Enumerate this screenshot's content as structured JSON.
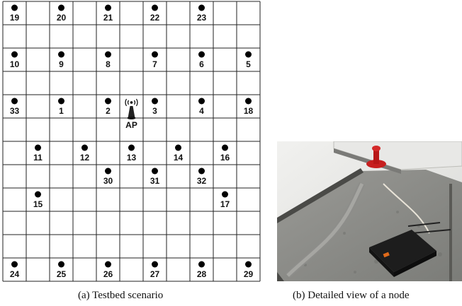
{
  "figure": {
    "caption_a": "(a) Testbed scenario",
    "caption_b": "(b) Detailed view of a node"
  },
  "grid": {
    "cols": 11,
    "rows": 12,
    "access_point": {
      "label": "AP",
      "col": 5,
      "row": 4
    },
    "nodes": [
      {
        "id": "19",
        "col": 0,
        "row": 0
      },
      {
        "id": "20",
        "col": 2,
        "row": 0
      },
      {
        "id": "21",
        "col": 4,
        "row": 0
      },
      {
        "id": "22",
        "col": 6,
        "row": 0
      },
      {
        "id": "23",
        "col": 8,
        "row": 0
      },
      {
        "id": "10",
        "col": 0,
        "row": 2
      },
      {
        "id": "9",
        "col": 2,
        "row": 2
      },
      {
        "id": "8",
        "col": 4,
        "row": 2
      },
      {
        "id": "7",
        "col": 6,
        "row": 2
      },
      {
        "id": "6",
        "col": 8,
        "row": 2
      },
      {
        "id": "5",
        "col": 10,
        "row": 2
      },
      {
        "id": "33",
        "col": 0,
        "row": 4
      },
      {
        "id": "1",
        "col": 2,
        "row": 4
      },
      {
        "id": "2",
        "col": 4,
        "row": 4
      },
      {
        "id": "3",
        "col": 6,
        "row": 4
      },
      {
        "id": "4",
        "col": 8,
        "row": 4
      },
      {
        "id": "18",
        "col": 10,
        "row": 4
      },
      {
        "id": "11",
        "col": 1,
        "row": 6
      },
      {
        "id": "12",
        "col": 3,
        "row": 6
      },
      {
        "id": "13",
        "col": 5,
        "row": 6
      },
      {
        "id": "14",
        "col": 7,
        "row": 6
      },
      {
        "id": "16",
        "col": 9,
        "row": 6
      },
      {
        "id": "30",
        "col": 4,
        "row": 7
      },
      {
        "id": "31",
        "col": 6,
        "row": 7
      },
      {
        "id": "32",
        "col": 8,
        "row": 7
      },
      {
        "id": "15",
        "col": 1,
        "row": 8
      },
      {
        "id": "17",
        "col": 9,
        "row": 8
      },
      {
        "id": "24",
        "col": 0,
        "row": 11
      },
      {
        "id": "25",
        "col": 2,
        "row": 11
      },
      {
        "id": "26",
        "col": 4,
        "row": 11
      },
      {
        "id": "27",
        "col": 6,
        "row": 11
      },
      {
        "id": "28",
        "col": 8,
        "row": 11
      },
      {
        "id": "29",
        "col": 10,
        "row": 11
      }
    ]
  }
}
